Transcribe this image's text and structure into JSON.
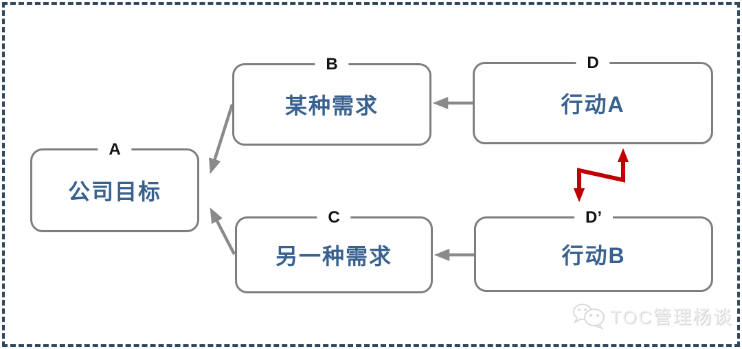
{
  "diagram": {
    "type": "evaporating-cloud-conflict-diagram",
    "nodes": [
      {
        "id": "A",
        "tag": "A",
        "text": "公司目标"
      },
      {
        "id": "B",
        "tag": "B",
        "text": "某种需求"
      },
      {
        "id": "C",
        "tag": "C",
        "text": "另一种需求"
      },
      {
        "id": "D",
        "tag": "D",
        "text": "行动A"
      },
      {
        "id": "D2",
        "tag": "D’",
        "text": "行动B"
      }
    ],
    "edges": [
      {
        "from": "D",
        "to": "B",
        "style": "gray-arrow"
      },
      {
        "from": "D2",
        "to": "C",
        "style": "gray-arrow"
      },
      {
        "from": "B",
        "to": "A",
        "style": "gray-arrow"
      },
      {
        "from": "C",
        "to": "A",
        "style": "gray-arrow"
      },
      {
        "from": "D",
        "to": "D2",
        "style": "red-conflict-zigzag-double-arrow"
      }
    ],
    "colors": {
      "node_border": "#7e7e7e",
      "node_text": "#38618f",
      "tag_text": "#121212",
      "arrow": "#8a8a8a",
      "conflict_arrow": "#c00000",
      "frame_dash": "#31475c"
    }
  },
  "watermark": {
    "icon": "wechat-chat-bubbles-icon",
    "text": "TOC管理杨谈"
  }
}
